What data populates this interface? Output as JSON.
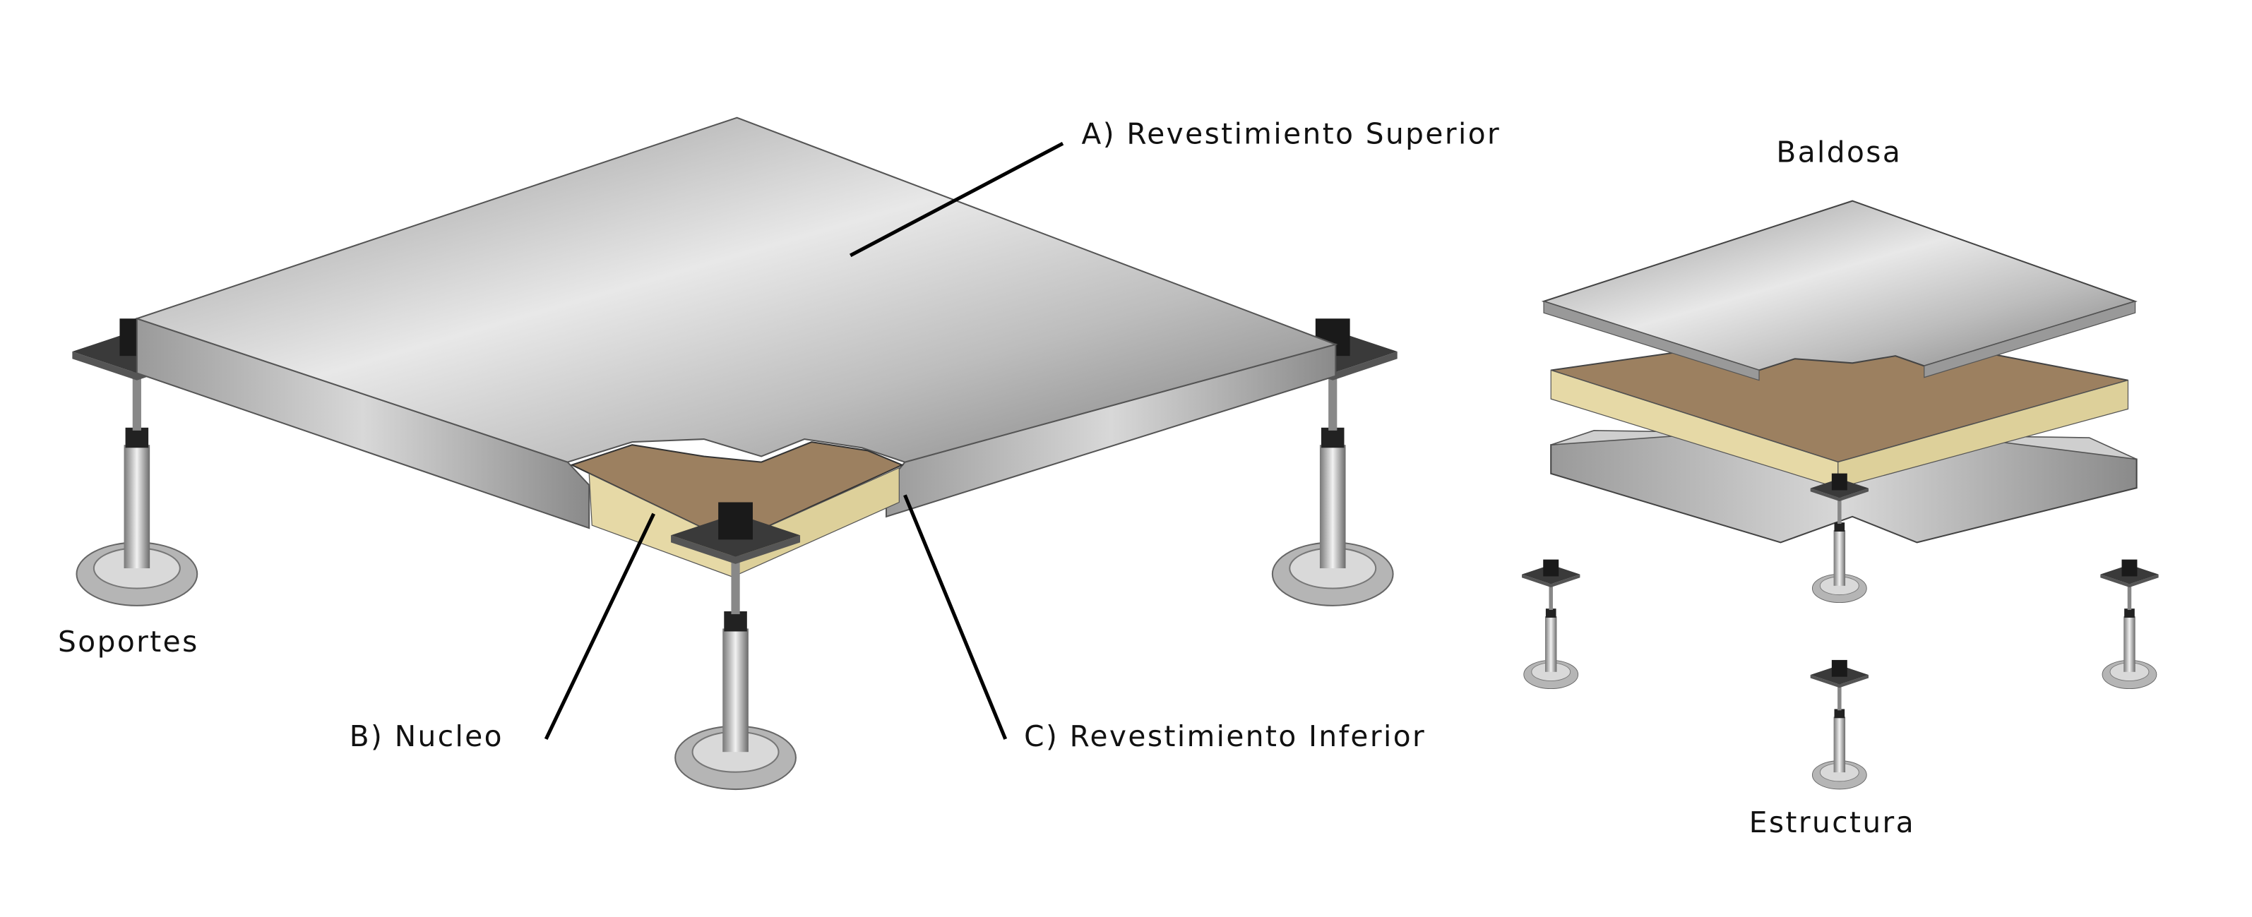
{
  "labels": {
    "top_cover": "A) Revestimiento Superior",
    "core": "B) Nucleo",
    "bottom_cover": "C) Revestimiento Inferior",
    "supports": "Soportes",
    "tile": "Baldosa",
    "structure": "Estructura"
  },
  "colors": {
    "steel_light": "#e6e6e6",
    "steel_dark": "#8a8a8a",
    "core_top": "#9c8060",
    "core_side": "#e6d9a6",
    "support_head": "#1a1a1a"
  }
}
